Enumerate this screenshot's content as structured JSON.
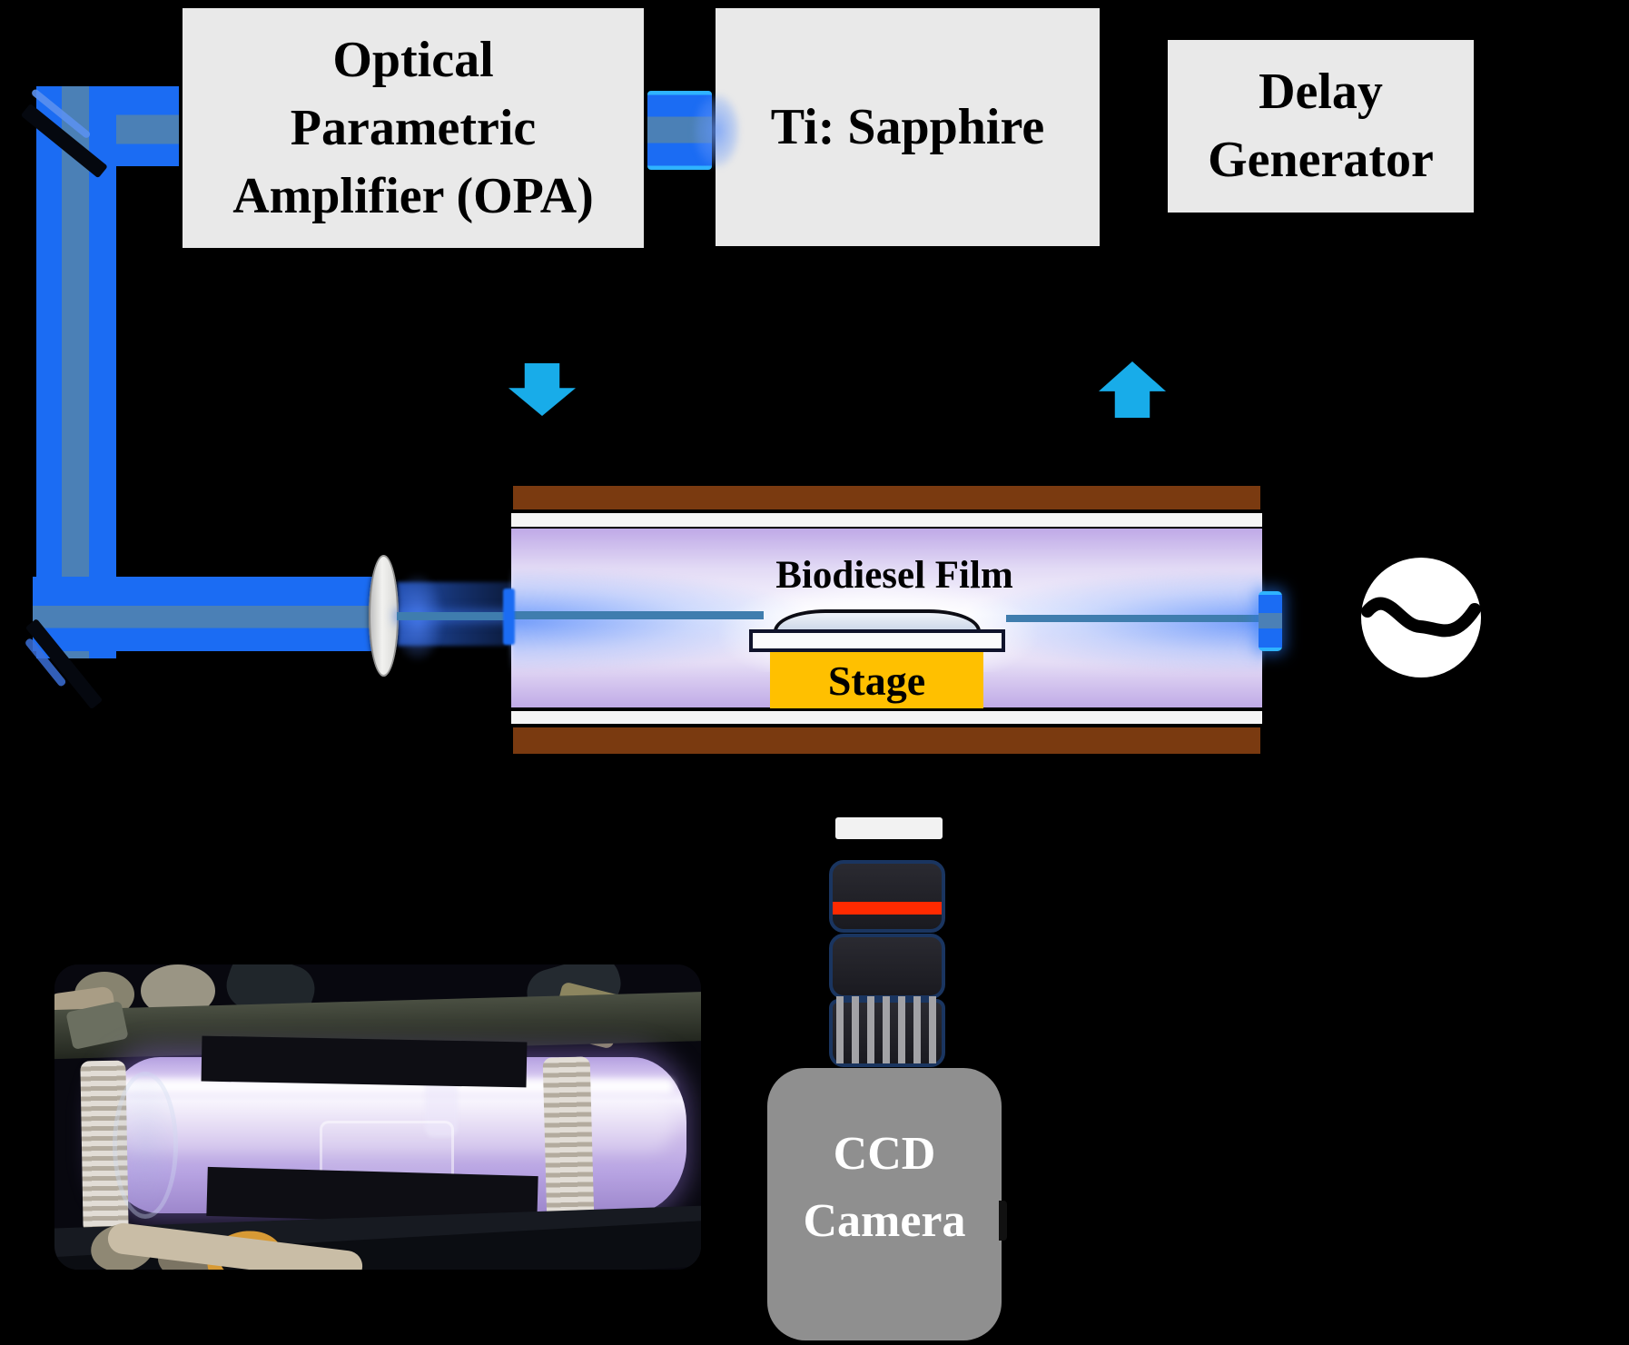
{
  "boxes": {
    "opa": {
      "lines": [
        "Optical",
        "Parametric",
        "Amplifier (OPA)"
      ]
    },
    "ti_sapphire": {
      "label": "Ti: Sapphire"
    },
    "delay_generator": {
      "lines": [
        "Delay",
        "Generator"
      ]
    }
  },
  "chamber": {
    "film_label": "Biodiesel Film",
    "stage_label": "Stage"
  },
  "camera": {
    "lines": [
      "CCD",
      "Camera"
    ]
  },
  "icons": {
    "ac_source": "ac-source-sine-icon",
    "arrow_down": "down-arrow-icon",
    "arrow_up": "up-arrow-icon",
    "lens": "focusing-lens",
    "mirror": "turning-mirror",
    "photo": "plasma-discharge-photo"
  },
  "colors": {
    "background": "#000000",
    "beam_blue": "#1B6CF3",
    "beam_core": "#4B80B6",
    "beam_edge_cyan": "#2FB3FF",
    "arrow_cyan": "#18ACE9",
    "box_fill": "#E9E9E9",
    "chamber_brown": "#7A3A10",
    "chamber_purple": "#BFA9E7",
    "stage_yellow": "#FFC000",
    "objective_red": "#FF2A00",
    "objective_border_navy": "#1A3560",
    "camera_gray": "#8F8F8F"
  }
}
